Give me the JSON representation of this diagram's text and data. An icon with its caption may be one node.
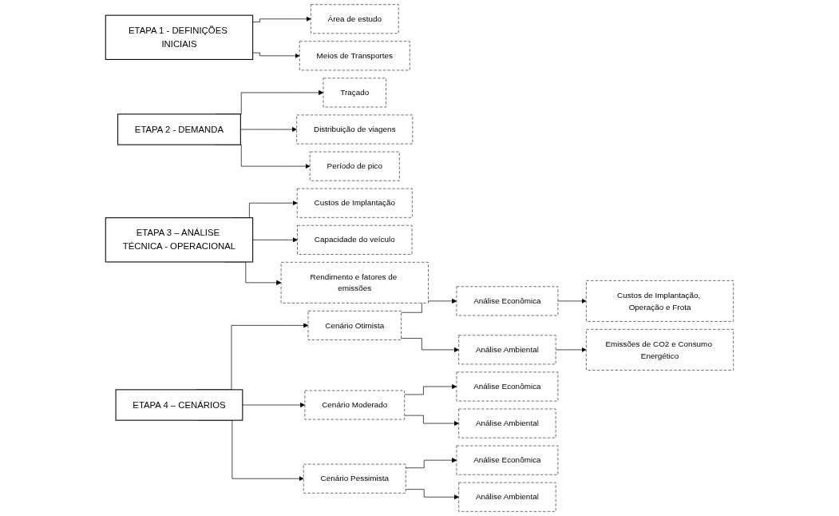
{
  "diagram": {
    "nodes": [
      {
        "text": [
          "ETAPA 1 - DEFINIÇÕES INICIAIS"
        ]
      },
      {
        "text": [
          "Área de estudo"
        ]
      },
      {
        "text": [
          "Meios de Transportes"
        ]
      },
      {
        "text": [
          "ETAPA 2 - DEMANDA"
        ]
      },
      {
        "text": [
          "Traçado"
        ]
      },
      {
        "text": [
          "Distribuição de viagens"
        ]
      },
      {
        "text": [
          "Período de pico"
        ]
      },
      {
        "text": [
          "ETAPA 3 – ANÁLISE TÉCNICA - OPERACIONAL"
        ]
      },
      {
        "text": [
          "Custos de Implantação"
        ]
      },
      {
        "text": [
          "Capacidade do veículo"
        ]
      },
      {
        "text": [
          "Rendimento e fatores de emissões"
        ]
      },
      {
        "text": [
          "ETAPA 4 – CENÁRIOS"
        ]
      },
      {
        "text": [
          "Cenário Otimista"
        ]
      },
      {
        "text": [
          "Análise Econômica"
        ]
      },
      {
        "text": [
          "Análise Ambiental"
        ]
      },
      {
        "text": [
          "Custos de Implantação, Operação e Frota"
        ]
      },
      {
        "text": [
          "Emissões de CO2 e Consumo Energético"
        ]
      },
      {
        "text": [
          "Cenário Moderado"
        ]
      },
      {
        "text": [
          "Análise Econômica"
        ]
      },
      {
        "text": [
          "Análise Ambiental"
        ]
      },
      {
        "text": [
          "Cenário Pessimista"
        ]
      },
      {
        "text": [
          "Análise Econômica"
        ]
      },
      {
        "text": [
          "Análise Ambiental"
        ]
      }
    ],
    "edges": [
      {
        "from": 0,
        "to": 1,
        "arrow": "to"
      },
      {
        "from": 0,
        "to": 2,
        "arrow": "to"
      },
      {
        "from": 3,
        "to": 4,
        "arrow": "to"
      },
      {
        "from": 3,
        "to": 5,
        "arrow": "to"
      },
      {
        "from": 3,
        "to": 6,
        "arrow": "to"
      },
      {
        "from": 7,
        "to": 8,
        "arrow": "to"
      },
      {
        "from": 7,
        "to": 9,
        "arrow": "to"
      },
      {
        "from": 7,
        "to": 10,
        "arrow": "to"
      },
      {
        "from": 11,
        "to": 12,
        "arrow": "to"
      },
      {
        "from": 11,
        "to": 17,
        "arrow": "to"
      },
      {
        "from": 11,
        "to": 20,
        "arrow": "to"
      },
      {
        "from": 12,
        "to": 13,
        "arrow": "to"
      },
      {
        "from": 12,
        "to": 14,
        "arrow": "to"
      },
      {
        "from": 13,
        "to": 15,
        "arrow": "to"
      },
      {
        "from": 14,
        "to": 16,
        "arrow": "to"
      },
      {
        "from": 17,
        "to": 18,
        "arrow": "to"
      },
      {
        "from": 17,
        "to": 19,
        "arrow": "to"
      },
      {
        "from": 20,
        "to": 21,
        "arrow": "to"
      },
      {
        "from": 20,
        "to": 22,
        "arrow": "to"
      }
    ]
  }
}
